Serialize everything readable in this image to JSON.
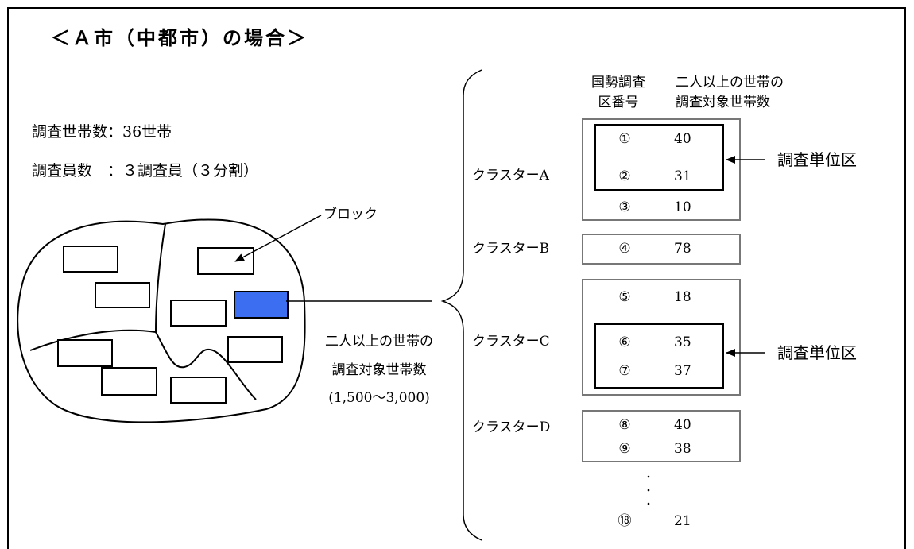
{
  "title": "＜Ａ市（中都市）の場合＞",
  "survey_households": "調査世帯数：36世帯",
  "surveyors": "調査員数　：３調査員（３分割）",
  "block_label": "ブロック",
  "district_note": {
    "line1": "二人以上の世帯の",
    "line2": "調査対象世帯数",
    "line3": "(1,500～3,000)"
  },
  "header": {
    "col1_line1": "国勢調査",
    "col1_line2": "区番号",
    "col2_line1": "二人以上の世帯の",
    "col2_line2": "調査対象世帯数"
  },
  "clusters": [
    {
      "label": "クラスターA",
      "rows": [
        {
          "no": "①",
          "count": "40"
        },
        {
          "no": "②",
          "count": "31"
        },
        {
          "no": "③",
          "count": "10"
        }
      ]
    },
    {
      "label": "クラスターB",
      "rows": [
        {
          "no": "④",
          "count": "78"
        }
      ]
    },
    {
      "label": "クラスターC",
      "rows": [
        {
          "no": "⑤",
          "count": "18"
        },
        {
          "no": "⑥",
          "count": "35"
        },
        {
          "no": "⑦",
          "count": "37"
        }
      ]
    },
    {
      "label": "クラスターD",
      "rows": [
        {
          "no": "⑧",
          "count": "40"
        },
        {
          "no": "⑨",
          "count": "38"
        }
      ]
    }
  ],
  "last_row": {
    "no": "⑱",
    "count": "21"
  },
  "unit_label_1": "調査単位区",
  "unit_label_2": "調査単位区",
  "colors": {
    "highlight_block": "#3b6ef0"
  }
}
